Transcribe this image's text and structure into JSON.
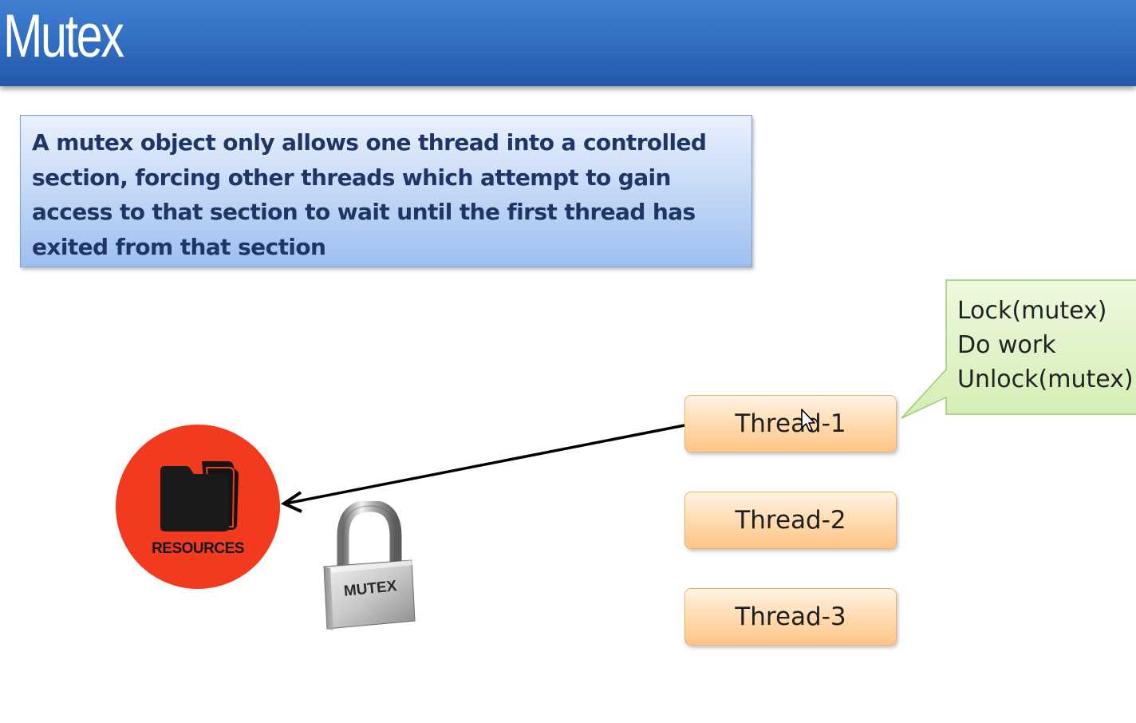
{
  "slide": {
    "title": "Mutex",
    "definition": "A mutex object only allows one thread into a controlled section, forcing other threads which attempt to gain access to that section to wait until the first thread has exited from that section"
  },
  "callout": {
    "lines": [
      "Lock(mutex)",
      "Do work",
      "Unlock(mutex)"
    ]
  },
  "threads": [
    "Thread-1",
    "Thread-2",
    "Thread-3"
  ],
  "resources": {
    "label": "RESOURCES",
    "icon": "folder-icon"
  },
  "lock": {
    "label": "MUTEX",
    "icon": "padlock-icon"
  },
  "colors": {
    "title_bar": "#2f6cc0",
    "definition_text": "#1f3566",
    "resources_circle": "#f23a1f",
    "callout_fill": "#dff3c4",
    "thread_fill": "#ffd9ac"
  }
}
